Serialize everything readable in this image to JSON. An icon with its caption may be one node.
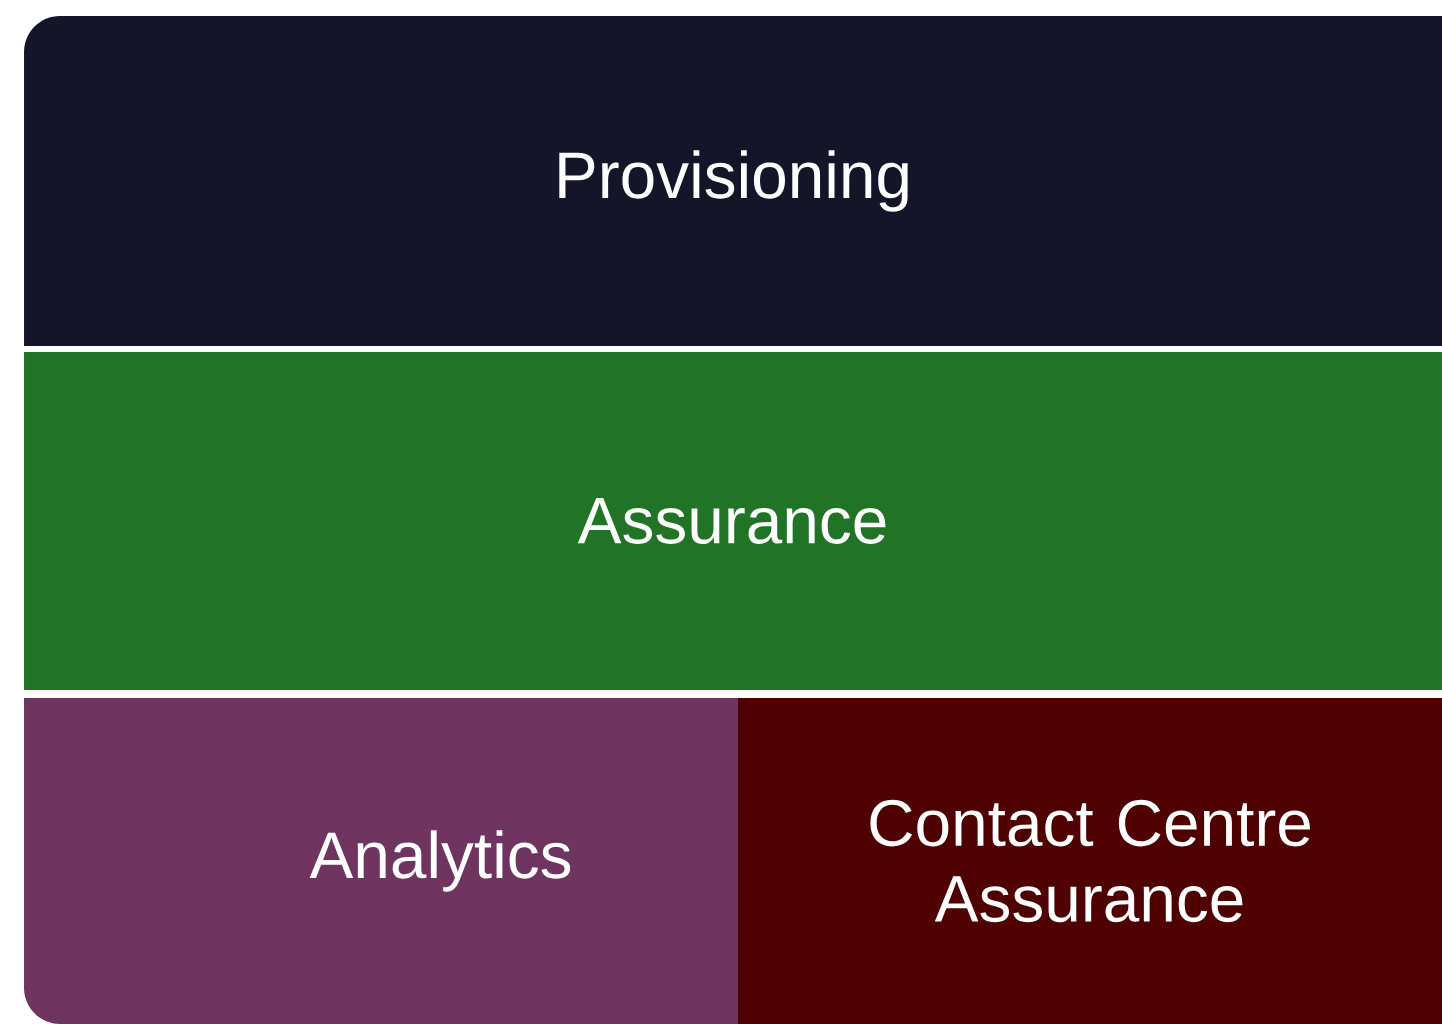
{
  "diagram": {
    "nodes": [
      {
        "text": [
          "Provisioning"
        ]
      },
      {
        "text": [
          "Assurance"
        ]
      },
      {
        "text": [
          "Analytics"
        ]
      },
      {
        "text": [
          "Contact Centre Assurance"
        ]
      }
    ]
  }
}
